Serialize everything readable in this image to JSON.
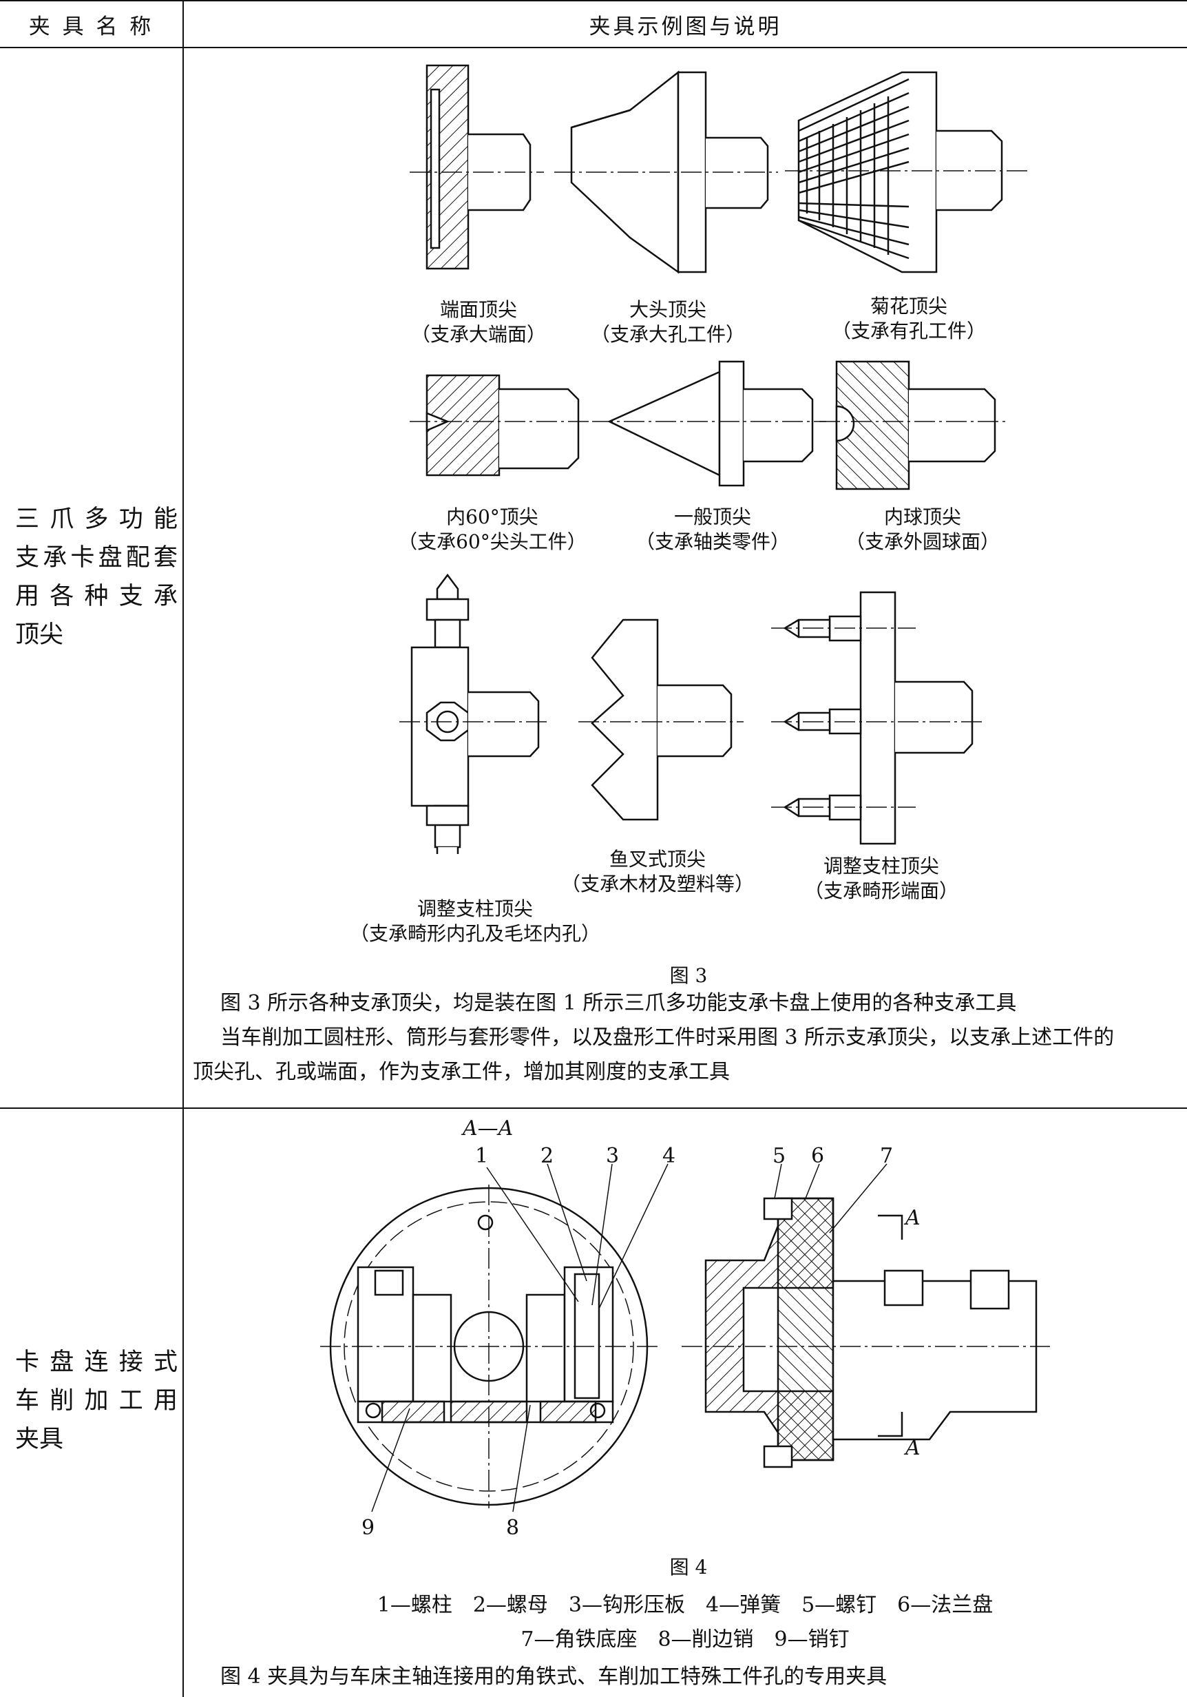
{
  "header": {
    "col1": "夹 具 名 称",
    "col2": "夹具示例图与说明"
  },
  "rows": [
    {
      "name_lines": [
        "三爪多功能",
        "支承卡盘配套",
        "用 各 种 支 承",
        "顶尖"
      ],
      "captions": [
        {
          "title": "端面顶尖",
          "sub": "（支承大端面）"
        },
        {
          "title": "大头顶尖",
          "sub": "（支承大孔工件）"
        },
        {
          "title": "菊花顶尖",
          "sub": "（支承有孔工件）"
        },
        {
          "title": "内60°顶尖",
          "sub": "（支承60°尖头工件）"
        },
        {
          "title": "一般顶尖",
          "sub": "（支承轴类零件）"
        },
        {
          "title": "内球顶尖",
          "sub": "（支承外圆球面）"
        },
        {
          "title": "调整支柱顶尖",
          "sub": "（支承畸形内孔及毛坯内孔）"
        },
        {
          "title": "鱼叉式顶尖",
          "sub": "（支承木材及塑料等）"
        },
        {
          "title": "调整支柱顶尖",
          "sub": "（支承畸形端面）"
        }
      ],
      "figure_label": "图 3",
      "description": [
        "图 3 所示各种支承顶尖，均是装在图 1 所示三爪多功能支承卡盘上使用的各种支承工具",
        "当车削加工圆柱形、筒形与套形零件，以及盘形工件时采用图 3 所示支承顶尖，以支承上述工件的",
        "顶尖孔、孔或端面，作为支承工件，增加其刚度的支承工具"
      ]
    },
    {
      "name_lines": [
        "卡盘连接式",
        "车 削 加 工 用",
        "夹具"
      ],
      "section_label": "A—A",
      "section_mark": "A",
      "callouts": [
        "1",
        "2",
        "3",
        "4",
        "5",
        "6",
        "7",
        "8",
        "9"
      ],
      "figure_label": "图 4",
      "legend": [
        "1—螺柱　2—螺母　3—钩形压板　4—弹簧　5—螺钉　6—法兰盘",
        "7—角铁底座　8—削边销　9—销钉"
      ],
      "description": [
        "图 4 夹具为与车床主轴连接用的角铁式、车削加工特殊工件孔的专用夹具"
      ]
    }
  ]
}
